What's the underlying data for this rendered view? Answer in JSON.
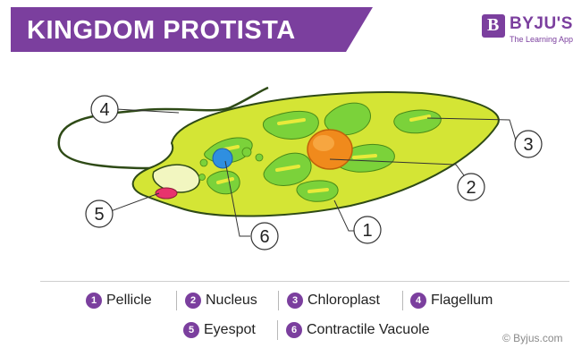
{
  "title": "KINGDOM PROTISTA",
  "brand": {
    "mark": "B",
    "name": "BYJU'S",
    "tagline": "The Learning App"
  },
  "colors": {
    "banner": "#7b3f9e",
    "body_fill": "#d4e535",
    "body_outline": "#2e4a16",
    "chloroplast_fill": "#7bd23a",
    "chloroplast_inner": "#e8ea3a",
    "nucleus": "#f08a1c",
    "eyespot": "#e8336d",
    "contractile_vacuole": "#2f8fe0",
    "flagellum": "#2e4a16",
    "legend_badge": "#7b3f9e"
  },
  "callouts": [
    {
      "num": "1"
    },
    {
      "num": "2"
    },
    {
      "num": "3"
    },
    {
      "num": "4"
    },
    {
      "num": "5"
    },
    {
      "num": "6"
    }
  ],
  "legend": [
    {
      "num": "1",
      "label": "Pellicle"
    },
    {
      "num": "2",
      "label": "Nucleus"
    },
    {
      "num": "3",
      "label": "Chloroplast"
    },
    {
      "num": "4",
      "label": "Flagellum"
    },
    {
      "num": "5",
      "label": "Eyespot"
    },
    {
      "num": "6",
      "label": "Contractile Vacuole"
    }
  ],
  "credit": "© Byjus.com"
}
